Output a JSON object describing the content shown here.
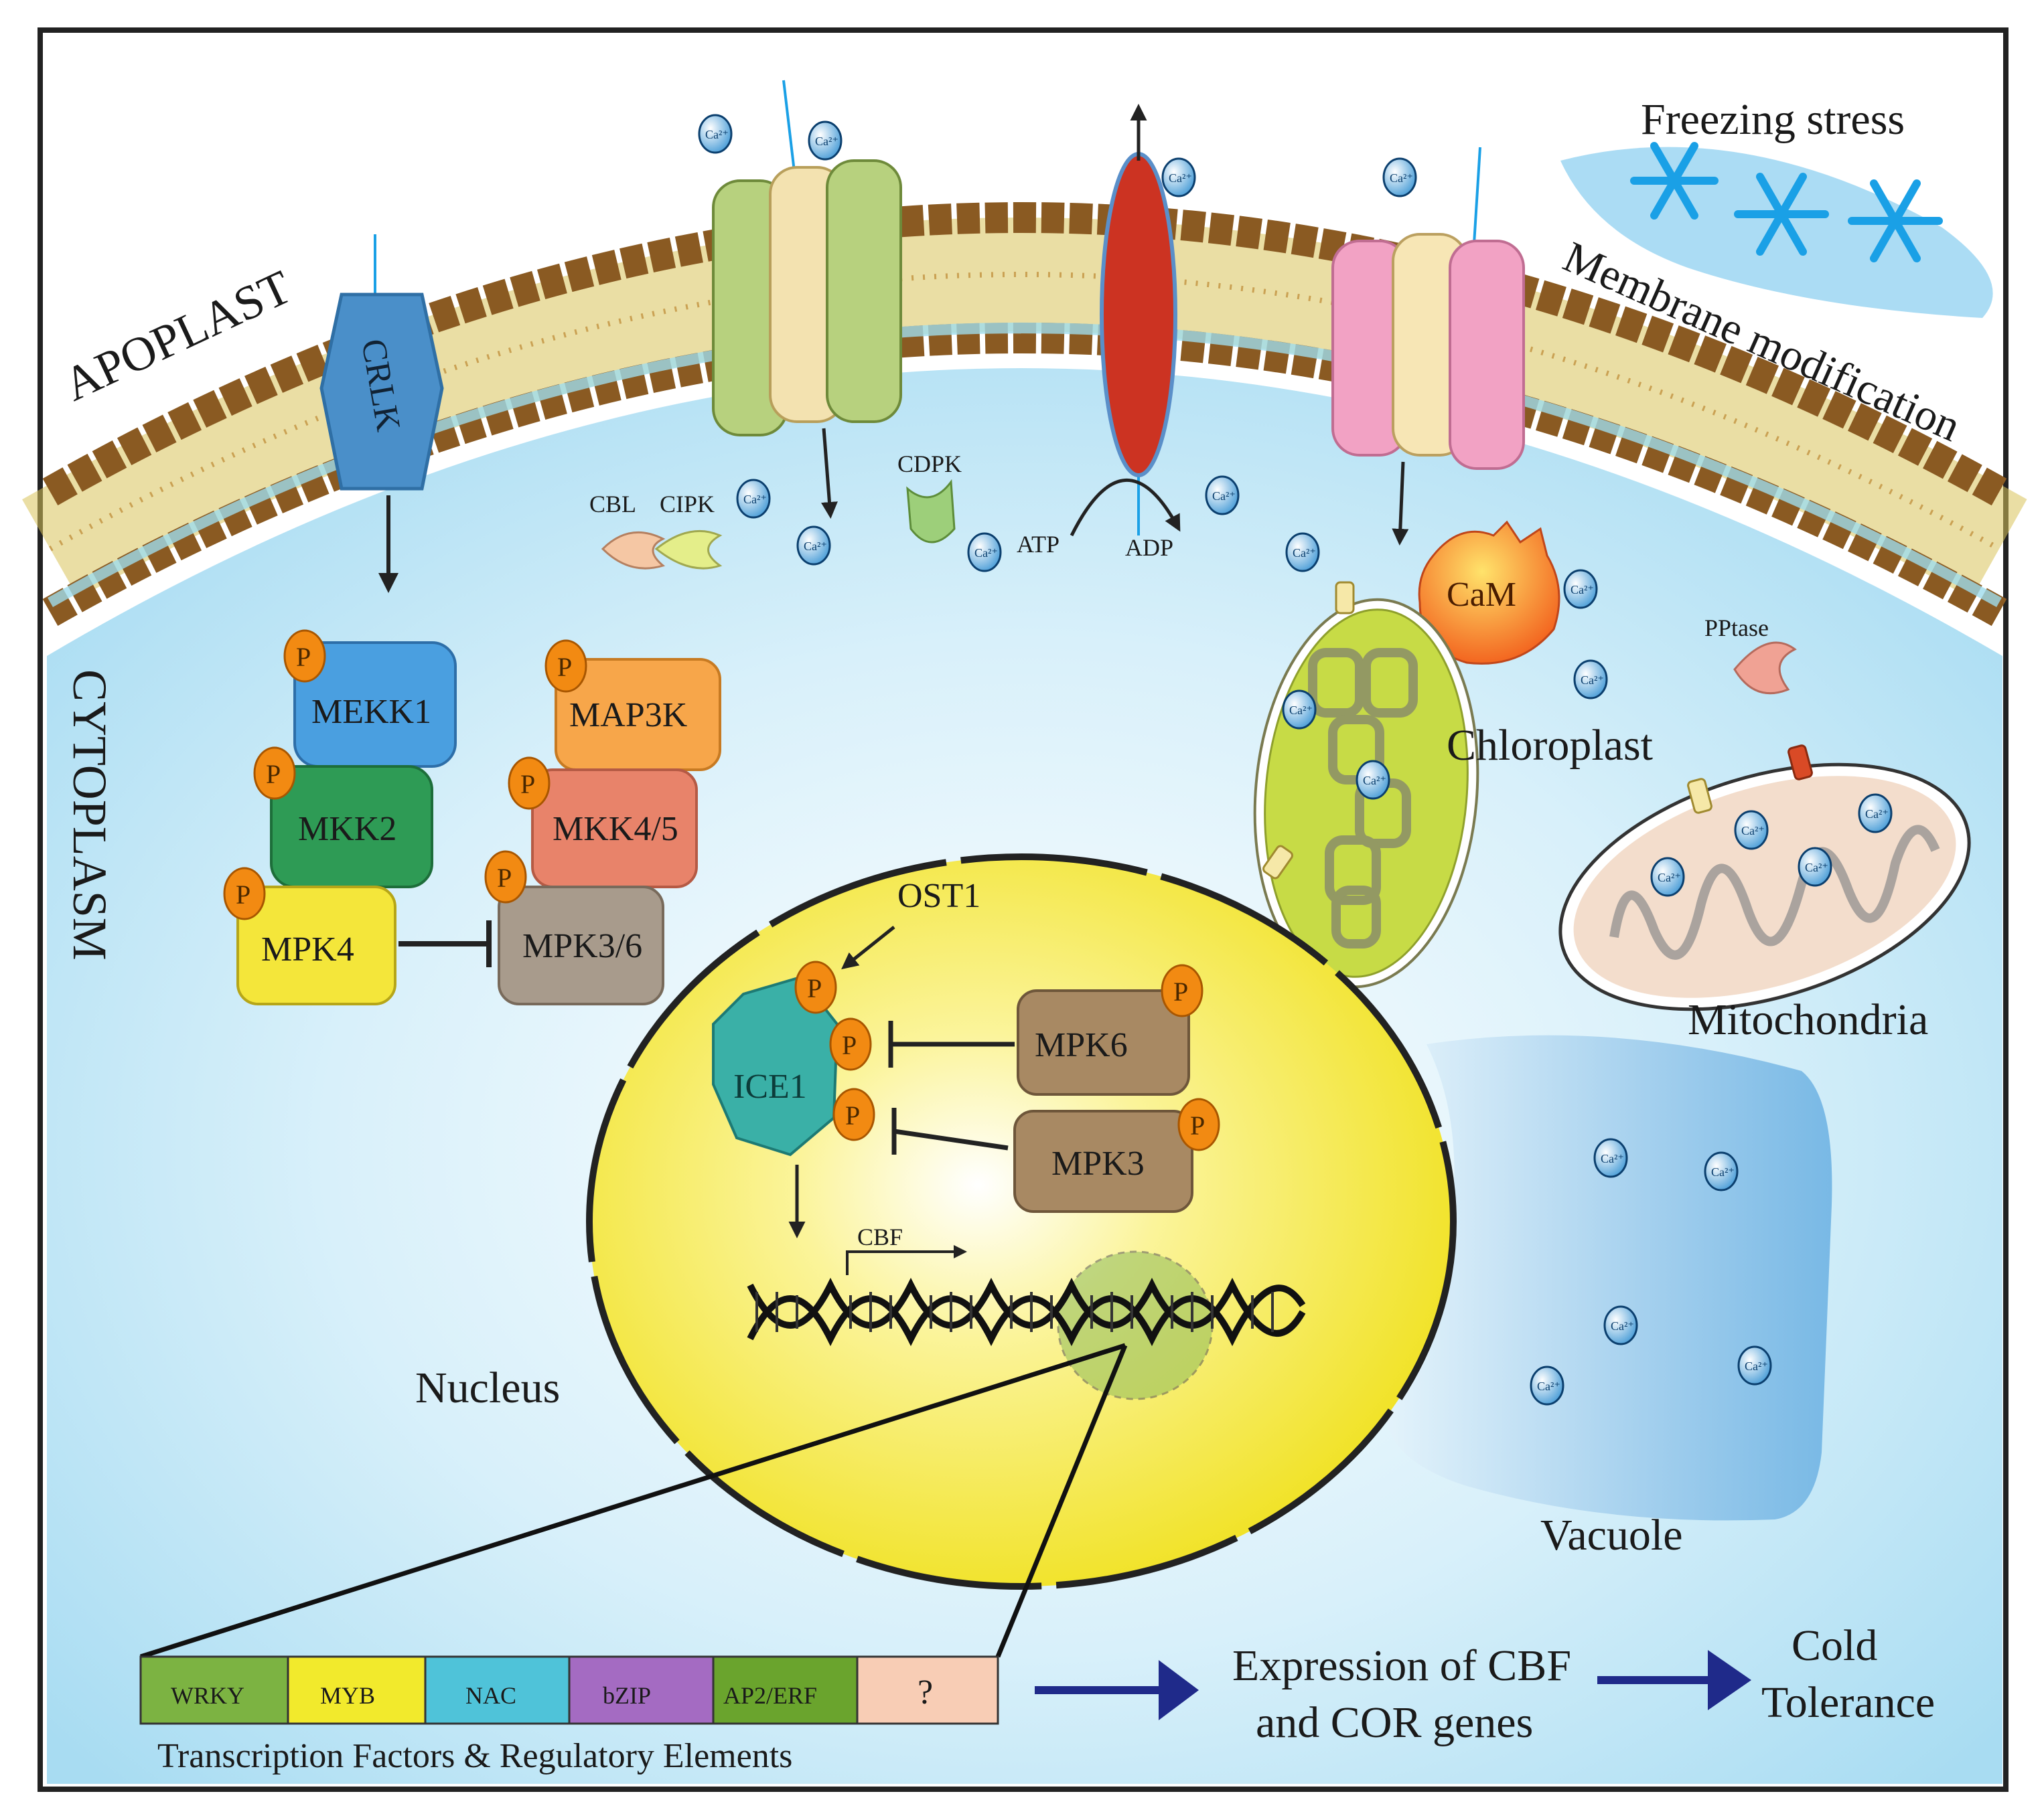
{
  "regions": {
    "apoplast": "APOPLAST",
    "cytoplasm": "CYTOPLASM"
  },
  "stress": {
    "freezing": "Freezing stress",
    "membrane": "Membrane modification"
  },
  "membrane_proteins": {
    "crlk": "CRLK",
    "cbl": "CBL",
    "cipk": "CIPK",
    "cdpk": "CDPK",
    "atp": "ATP",
    "adp": "ADP"
  },
  "cascade_left": [
    {
      "label": "MEKK1",
      "color": "#4a9fe0"
    },
    {
      "label": "MKK2",
      "color": "#2e9b55"
    },
    {
      "label": "MPK4",
      "color": "#f4e63a"
    }
  ],
  "cascade_right": [
    {
      "label": "MAP3K",
      "color": "#f7a64a"
    },
    {
      "label": "MKK4/5",
      "color": "#e8836a"
    },
    {
      "label": "MPK3/6",
      "color": "#a89b8c"
    }
  ],
  "phospho_label": "P",
  "calcium_label": "Ca²⁺",
  "organelles": {
    "cam": "CaM",
    "pptase": "PPtase",
    "chloroplast": "Chloroplast",
    "mitochondria": "Mitochondria",
    "vacuole": "Vacuole",
    "nucleus": "Nucleus"
  },
  "nucleus_items": {
    "ost1": "OST1",
    "ice1": "ICE1",
    "mpk6": "MPK6",
    "mpk3": "MPK3",
    "cbf": "CBF"
  },
  "tf_bar": {
    "items": [
      {
        "label": "WRKY",
        "color": "#7cb342"
      },
      {
        "label": "MYB",
        "color": "#f2ea2c"
      },
      {
        "label": "NAC",
        "color": "#4fc3d9"
      },
      {
        "label": "bZIP",
        "color": "#a46bc2"
      },
      {
        "label": "AP2/ERF",
        "color": "#6aa42d"
      },
      {
        "label": "?",
        "color": "#f8cdb5"
      }
    ],
    "caption": "Transcription Factors  & Regulatory Elements"
  },
  "outcomes": {
    "expression_line1": "Expression of CBF",
    "expression_line2": "and COR genes",
    "tolerance_line1": "Cold",
    "tolerance_line2": "Tolerance"
  },
  "colors": {
    "cytoplasm": "#bfe6f5",
    "membrane_head": "#8a5a22",
    "nucleus": "#f3e827",
    "arrow_blue": "#1f2a8a"
  }
}
